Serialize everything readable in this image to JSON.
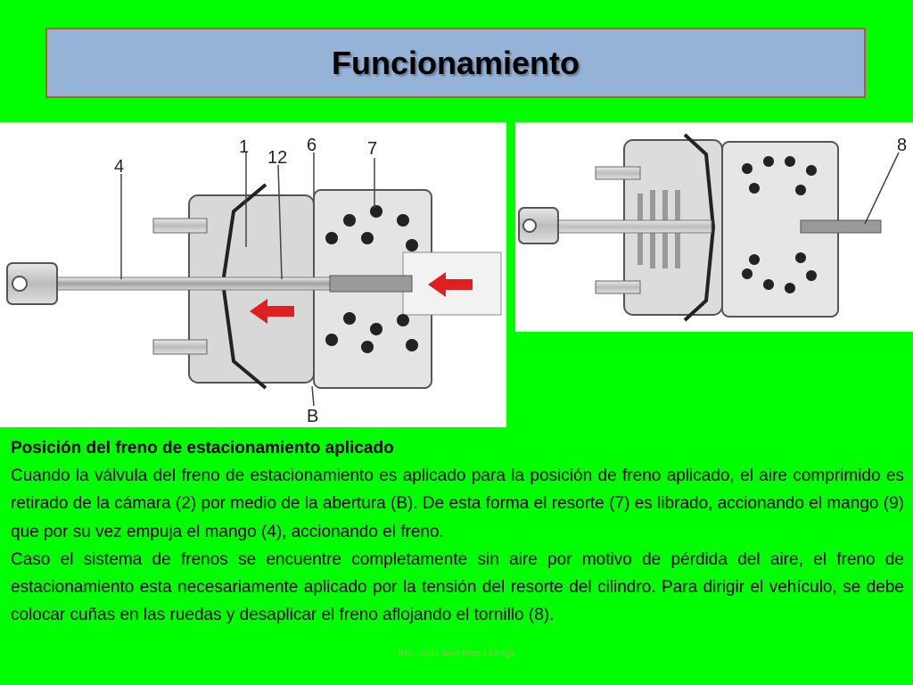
{
  "slide": {
    "title": "Funcionamiento",
    "heading": "Posición del freno de estacionamiento aplicado",
    "paragraph1": "Cuando la válvula del freno de estacionamiento es aplicado para la posición de freno aplicado, el aire comprimido es retirado de la cámara (2) por medio de la abertura (B). De esta forma el resorte (7) es librado, accionando el mango (9) que por su vez empuja el mango (4), accionando el freno.",
    "paragraph2": "Caso el sistema de frenos se encuentre completamente sin aire por motivo de pérdida del aire, el freno de estacionamiento esta necesariamente aplicado por la tensión del resorte del cilindro. Para dirigir el vehículo, se debe colocar cuñas en las ruedas y desaplicar el freno aflojando el tornillo (8).",
    "footer": "ING. Juan José Nina Charaja"
  },
  "diagram_left": {
    "labels": {
      "l4": "4",
      "l1": "1",
      "l12": "12",
      "l6": "6",
      "l7": "7",
      "lB": "B"
    }
  },
  "diagram_right": {
    "labels": {
      "l8": "8"
    }
  },
  "colors": {
    "background": "#00ff00",
    "title_box": "#95b3d7",
    "title_border": "#c0504d",
    "arrow": "#e02020"
  }
}
